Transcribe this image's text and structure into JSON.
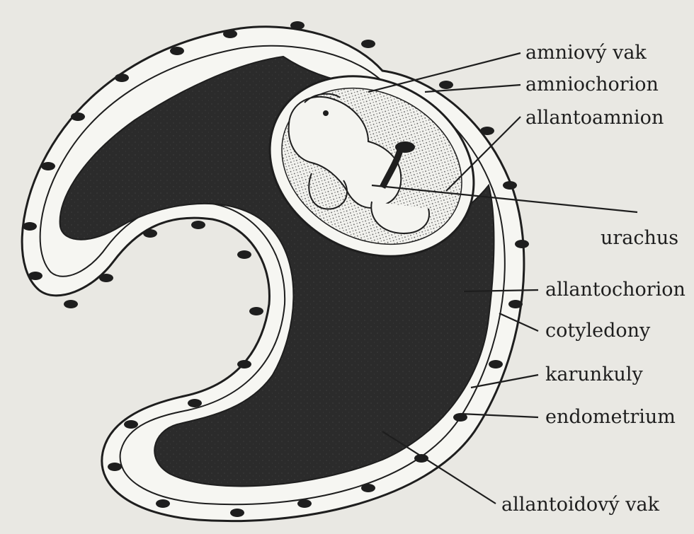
{
  "figure": {
    "description_labels": [
      {
        "id": "amniovy-vak",
        "text": "amniový vak"
      },
      {
        "id": "amniochorion",
        "text": "amniochorion"
      },
      {
        "id": "allantoamnion",
        "text": "allantoamnion"
      },
      {
        "id": "urachus",
        "text": "urachus"
      },
      {
        "id": "allantochorion",
        "text": "allantochorion"
      },
      {
        "id": "cotyledony",
        "text": "cotyledony"
      },
      {
        "id": "karunkuly",
        "text": "karunkuly"
      },
      {
        "id": "endometrium",
        "text": "endometrium"
      },
      {
        "id": "allantoidovy-vak",
        "text": "allantoidový vak"
      }
    ]
  },
  "colors": {
    "paper": "#e9e8e3",
    "ink": "#1e1e1e",
    "wall": "#f6f6f2",
    "allantoic_fluid": "#262626",
    "amnion_fill": "#dcdcd6"
  }
}
